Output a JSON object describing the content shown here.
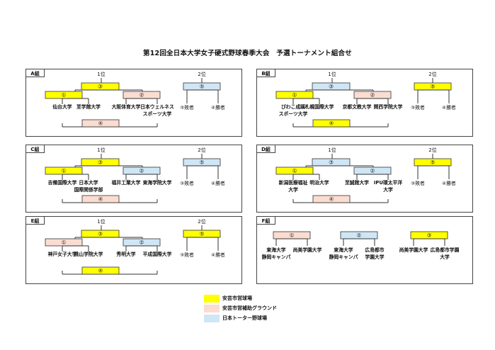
{
  "title": "第12回全日本大学女子硬式野球春季大会　予選トーナメント組合せ",
  "colors": {
    "yellow": "#ffff00",
    "pink": "#fbdcd1",
    "blue": "#cfe6f5"
  },
  "rank1": "1位",
  "rank2": "2位",
  "groups": [
    {
      "name": "A組",
      "teams": [
        [
          "仙台大学"
        ],
        [
          "至学館大学"
        ],
        [
          "大阪体育大学"
        ],
        [
          "日本ウェルネス",
          "スポーツ大学"
        ]
      ],
      "left": {
        "m1": "①",
        "m1c": "yellow",
        "m2": "②",
        "m2c": "pink",
        "m3": "③",
        "m3c": "yellow",
        "m4": "④",
        "m4c": "pink"
      },
      "right": {
        "label": "⑤",
        "color": "blue",
        "t1": "③敗者",
        "t2": "④勝者"
      }
    },
    {
      "name": "B組",
      "teams": [
        [
          "びわこ成蹊",
          "スポーツ大学"
        ],
        [
          "札幌国際大学"
        ],
        [
          "京都文教大学"
        ],
        [
          "関西学院大学"
        ]
      ],
      "left": {
        "m1": "①",
        "m1c": "yellow",
        "m2": "②",
        "m2c": "pink",
        "m3": "③",
        "m3c": "blue",
        "m4": "④",
        "m4c": "yellow"
      },
      "right": {
        "label": "⑤",
        "color": "yellow",
        "t1": "③敗者",
        "t2": "④勝者"
      }
    },
    {
      "name": "C組",
      "teams": [
        [
          "吉備国際大学"
        ],
        [
          "日本大学",
          "国際関係学部"
        ],
        [
          "福井工業大学"
        ],
        [
          "東海学院大学"
        ]
      ],
      "left": {
        "m1": "①",
        "m1c": "yellow",
        "m2": "②",
        "m2c": "blue",
        "m3": "③",
        "m3c": "yellow",
        "m4": "④",
        "m4c": "pink"
      },
      "right": {
        "label": "⑤",
        "color": "blue",
        "t1": "③敗者",
        "t2": "④勝者"
      }
    },
    {
      "name": "D組",
      "teams": [
        [
          "新潟医療福祉",
          "大学"
        ],
        [
          "明治大学"
        ],
        [
          "至誠館大学"
        ],
        [
          "IPU環太平洋",
          "大学"
        ]
      ],
      "left": {
        "m1": "①",
        "m1c": "yellow",
        "m2": "②",
        "m2c": "blue",
        "m3": "③",
        "m3c": "blue",
        "m4": "④",
        "m4c": "pink"
      },
      "right": {
        "label": "⑤",
        "color": "yellow",
        "t1": "③敗者",
        "t2": "④勝者"
      }
    },
    {
      "name": "E組",
      "teams": [
        [
          "神戸女子大学"
        ],
        [
          "桃山学院大学"
        ],
        [
          "秀明大学"
        ],
        [
          "平成国際大学"
        ]
      ],
      "left": {
        "m1": "①",
        "m1c": "pink",
        "m2": "②",
        "m2c": "blue",
        "m3": "③",
        "m3c": "yellow",
        "m4": "④",
        "m4c": "yellow"
      },
      "right": {
        "label": "⑤",
        "color": "yellow",
        "t1": "③敗者",
        "t2": "④勝者"
      }
    }
  ],
  "f_group": {
    "name": "F組",
    "matches": [
      {
        "label": "①",
        "color": "pink",
        "t1": [
          "東海大学",
          "静岡キャンパ"
        ],
        "t2": [
          "尚美学園大学"
        ]
      },
      {
        "label": "②",
        "color": "blue",
        "t1": [
          "東海大学",
          "静岡キャンパ"
        ],
        "t2": [
          "広島都市",
          "学園大学"
        ]
      },
      {
        "label": "③",
        "color": "yellow",
        "t1": [
          "尚美学園大学"
        ],
        "t2": [
          "広島都市学園",
          "大学"
        ]
      }
    ]
  },
  "legend": [
    {
      "color": "#ffff00",
      "label": "安芸市営球場"
    },
    {
      "color": "#fbdcd1",
      "label": "安芸市営補助グラウンド"
    },
    {
      "color": "#cfe6f5",
      "label": "日本トーター野球場"
    }
  ]
}
